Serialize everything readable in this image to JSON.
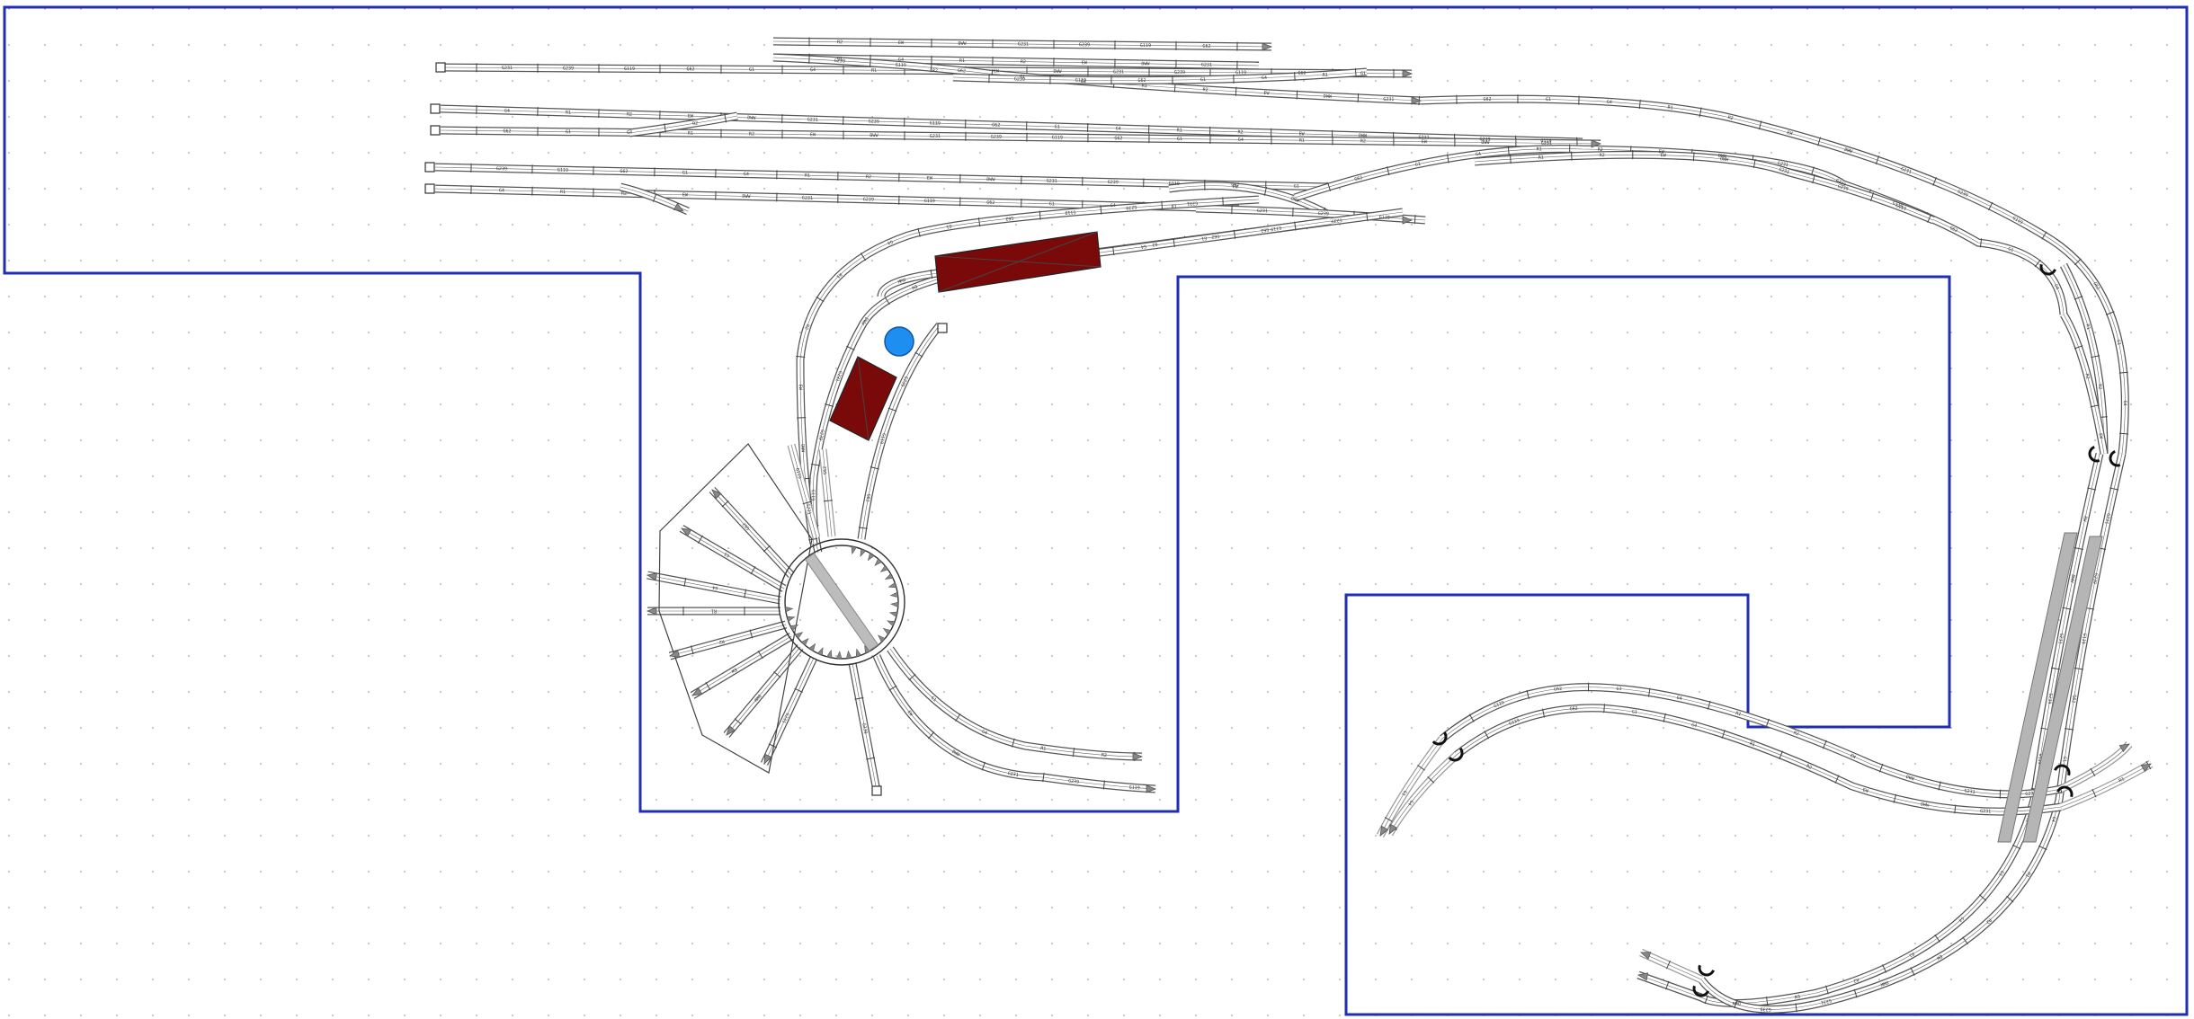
{
  "colors": {
    "board_outline": "#1f2fb4",
    "building": "#7a0a0a",
    "tower": "#1e8ff0",
    "rail": "#555555",
    "platform": "#b5b5b5"
  },
  "structures": {
    "turntable": "turntable",
    "engine_shed": "building",
    "freight_shed": "building",
    "water_tower": "water-tower"
  },
  "track_labels": {
    "a": "G231",
    "b": "G239",
    "c": "G119",
    "d": "G62",
    "e": "G1",
    "f": "G4",
    "g": "R1",
    "h": "R2",
    "i": "EW",
    "j": "DWW"
  }
}
